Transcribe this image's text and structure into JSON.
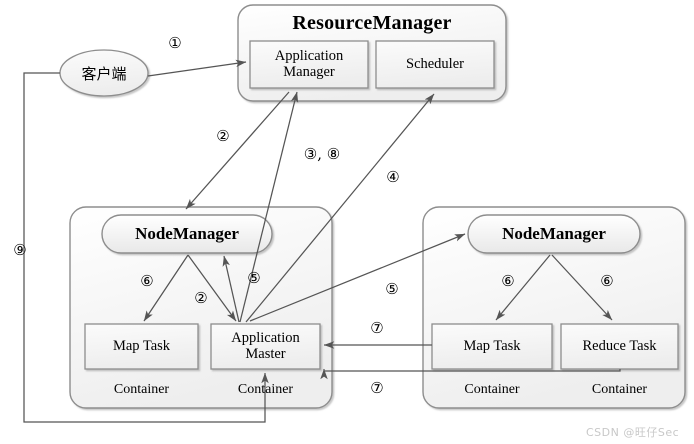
{
  "diagram": {
    "title_nodes": {
      "resource_manager": "ResourceManager",
      "node_manager_left": "NodeManager",
      "node_manager_right": "NodeManager"
    },
    "client": {
      "label": "客户端"
    },
    "resource_manager": {
      "label": "ResourceManager",
      "children": [
        {
          "label_line1": "Application",
          "label_line2": "Manager",
          "name": "application-manager"
        },
        {
          "label_line1": "Scheduler",
          "label_line2": "",
          "name": "scheduler"
        }
      ]
    },
    "node_manager_left": {
      "label": "NodeManager",
      "containers": [
        {
          "task_line1": "Map Task",
          "task_line2": "",
          "container_label": "Container"
        },
        {
          "task_line1": "Application",
          "task_line2": "Master",
          "container_label": "Container"
        }
      ]
    },
    "node_manager_right": {
      "label": "NodeManager",
      "containers": [
        {
          "task_line1": "Map Task",
          "task_line2": "",
          "container_label": "Container"
        },
        {
          "task_line1": "Reduce Task",
          "task_line2": "",
          "container_label": "Container"
        }
      ]
    },
    "steps": [
      {
        "id": "step-1",
        "text": "①"
      },
      {
        "id": "step-2-upper",
        "text": "②"
      },
      {
        "id": "step-3-8",
        "text": "③, ⑧"
      },
      {
        "id": "step-4",
        "text": "④"
      },
      {
        "id": "step-9",
        "text": "⑨"
      },
      {
        "id": "step-6-left",
        "text": "⑥"
      },
      {
        "id": "step-2-lower",
        "text": "②"
      },
      {
        "id": "step-5-left",
        "text": "⑤"
      },
      {
        "id": "step-5-right",
        "text": "⑤"
      },
      {
        "id": "step-7-upper",
        "text": "⑦"
      },
      {
        "id": "step-7-lower",
        "text": "⑦"
      },
      {
        "id": "step-6-right-a",
        "text": "⑥"
      },
      {
        "id": "step-6-right-b",
        "text": "⑥"
      }
    ],
    "watermark": {
      "text": "CSDN @旺仔Sec"
    },
    "colors": {
      "stroke": "#808080",
      "arrow": "#555555",
      "fill_light": "#f4f4f4",
      "fill_white": "#ffffff",
      "text": "#000000",
      "watermark": "#c8c8c8"
    }
  }
}
